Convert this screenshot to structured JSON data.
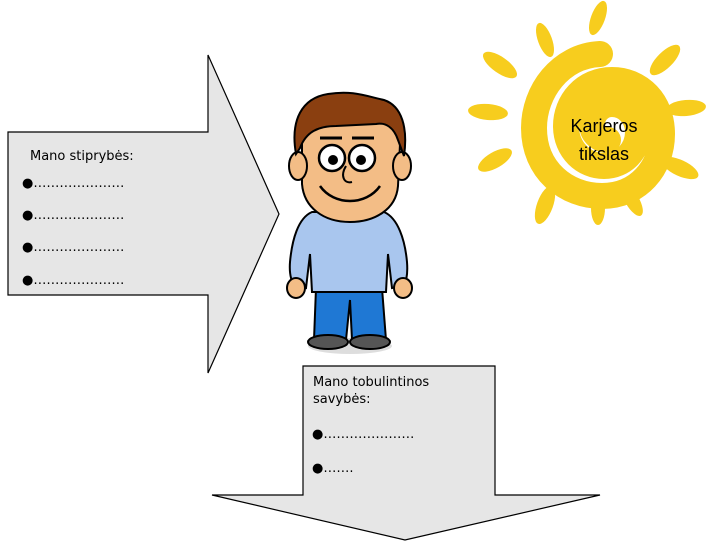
{
  "strengths_box": {
    "title": "Mano stiprybės:",
    "items": [
      "●…………………",
      "●…………………",
      "●…………………",
      "●…………………"
    ]
  },
  "improve_box": {
    "title_line1": "Mano tobulintinos",
    "title_line2": "savybės:",
    "items": [
      "●…………………",
      "●……."
    ]
  },
  "sun": {
    "label_line1": "Karjeros",
    "label_line2": "tikslas",
    "color": "#f7cd1e"
  },
  "colors": {
    "arrow_fill": "#e6e6e6",
    "arrow_stroke": "#000000"
  }
}
